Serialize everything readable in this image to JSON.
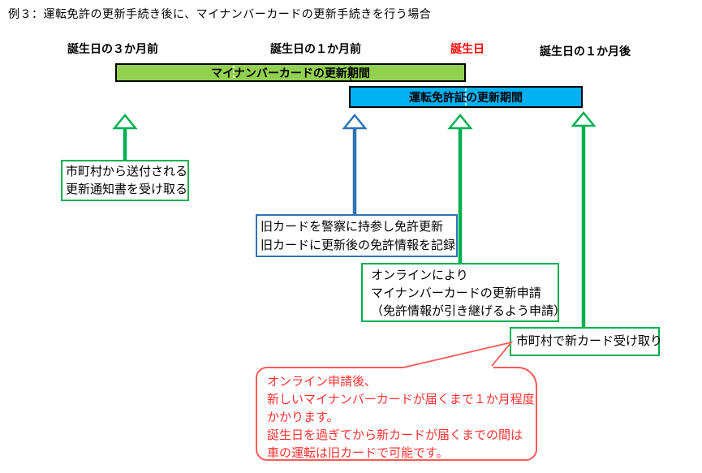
{
  "title": "例３：運転免許の更新手続き後に、マイナンバーカードの更新手続きを行う場合",
  "timeline": {
    "labels": {
      "three_months_before": "誕生日の３か月前",
      "one_month_before": "誕生日の１か月前",
      "birthday": "誕生日",
      "one_month_after": "誕生日の１か月後"
    },
    "bars": {
      "mynumber_period": "マイナンバーカードの更新期間",
      "license_period": "運転免許証の更新期間"
    }
  },
  "boxes": {
    "receive_notice": {
      "lines": [
        "市町村から送付される",
        "更新通知書を受け取る"
      ]
    },
    "police_renewal": {
      "lines": [
        "旧カードを警察に持参し免許更新",
        "旧カードに更新後の免許情報を記録"
      ]
    },
    "online_application": {
      "lines": [
        "オンラインにより",
        "マイナンバーカードの更新申請",
        "（免許情報が引き継げるよう申請）"
      ]
    },
    "receive_new_card": {
      "lines": [
        "市町村で新カード受け取り"
      ]
    }
  },
  "note": {
    "lines": [
      "オンライン申請後、",
      "新しいマイナンバーカードが届くまで１か月程度",
      "かかります。",
      "誕生日を過ぎてから新カードが届くまでの間は",
      "車の運転は旧カードで可能です。"
    ]
  },
  "colors": {
    "green_fill": "#92D050",
    "blue_fill": "#00B0F0",
    "green_shape": "#00B050",
    "blue_shape": "#2E74B5",
    "red_text": "#FF3030",
    "red_border": "#FF5A5A",
    "birthday_red": "#FF0000"
  }
}
